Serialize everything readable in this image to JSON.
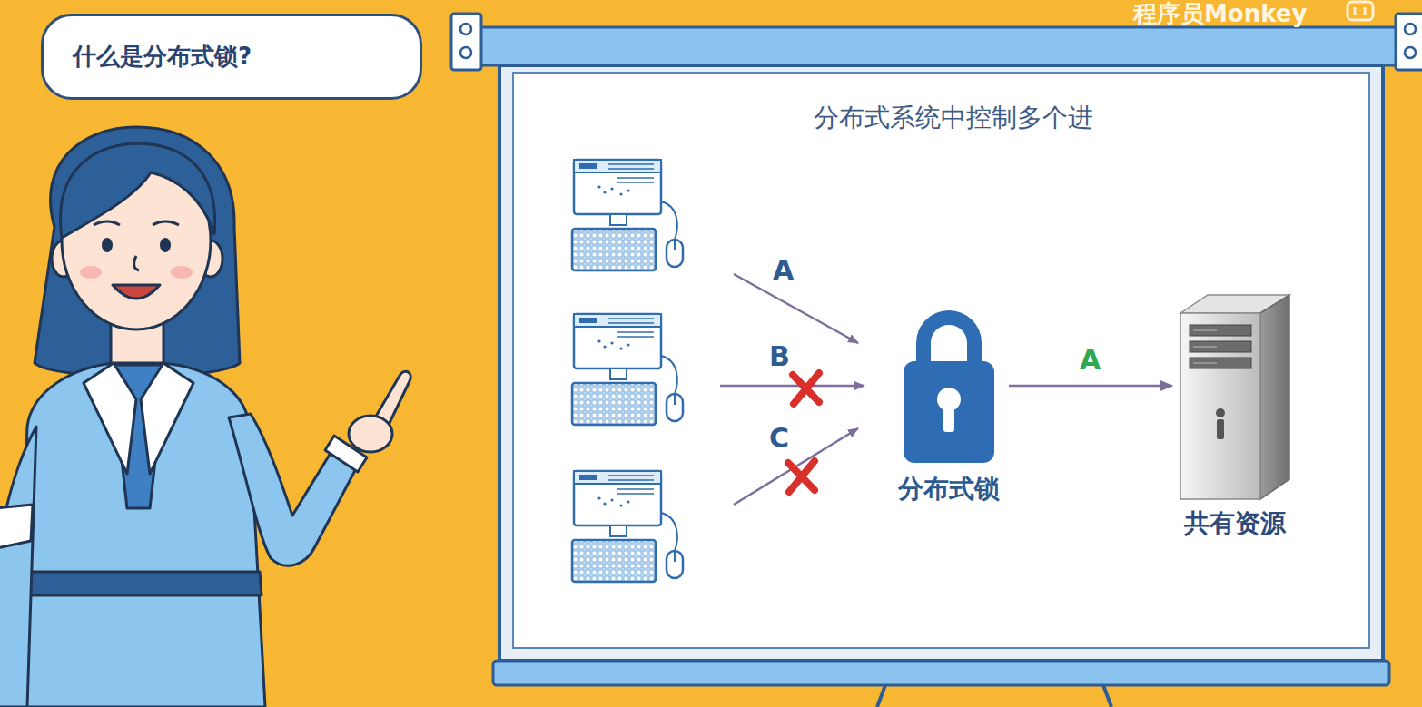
{
  "diagram": {
    "title": "分布式系统中控制多个进",
    "nodes": [
      {
        "text": [
          "什么是分布式锁?"
        ]
      },
      {
        "text": [
          "分布式锁"
        ]
      },
      {
        "text": [
          "共有资源"
        ]
      }
    ],
    "edges": [
      {
        "from": 1,
        "to": 2,
        "arrow": "to",
        "label": "A"
      }
    ],
    "labels": [
      "A",
      "B",
      "C",
      "程序员Monkey"
    ]
  }
}
